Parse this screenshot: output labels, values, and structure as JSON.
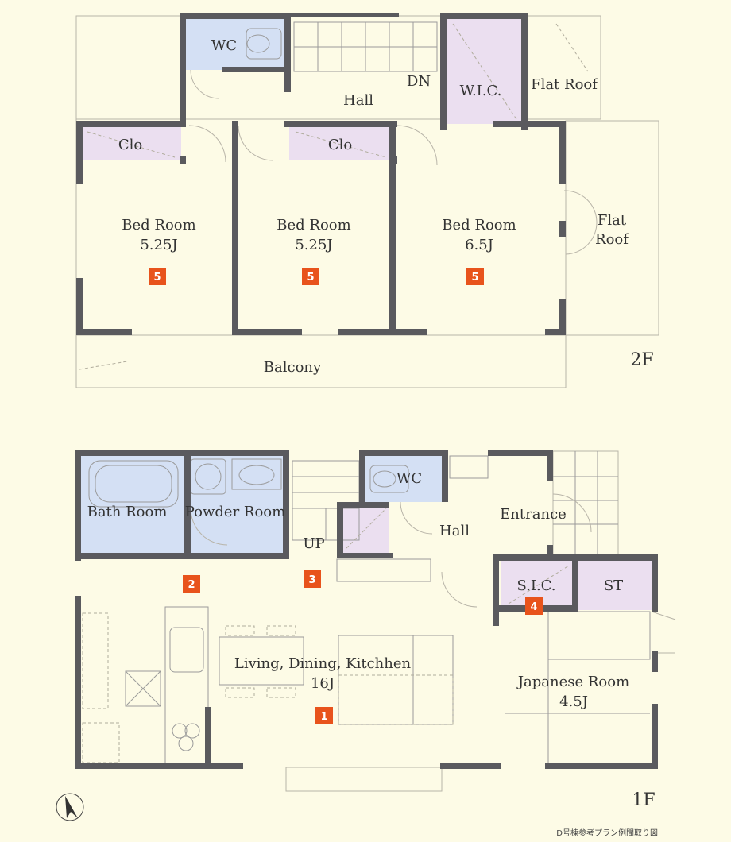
{
  "floors": [
    {
      "id": "2f",
      "label": "2F",
      "rooms": [
        {
          "id": "wc",
          "name": "WC"
        },
        {
          "id": "hall",
          "name": "Hall"
        },
        {
          "id": "dn",
          "name": "DN"
        },
        {
          "id": "wic",
          "name": "W.I.C."
        },
        {
          "id": "flat-roof-top",
          "name": "Flat Roof"
        },
        {
          "id": "clo-1",
          "name": "Clo"
        },
        {
          "id": "clo-2",
          "name": "Clo"
        },
        {
          "id": "bed-1",
          "name": "Bed Room",
          "size": "5.25J",
          "badge": "5"
        },
        {
          "id": "bed-2",
          "name": "Bed Room",
          "size": "5.25J",
          "badge": "5"
        },
        {
          "id": "bed-3",
          "name": "Bed Room",
          "size": "6.5J",
          "badge": "5"
        },
        {
          "id": "flat-roof-side",
          "name": "Flat",
          "name2": "Roof"
        },
        {
          "id": "balcony",
          "name": "Balcony"
        }
      ]
    },
    {
      "id": "1f",
      "label": "1F",
      "rooms": [
        {
          "id": "bath",
          "name": "Bath Room"
        },
        {
          "id": "powder",
          "name": "Powder Room"
        },
        {
          "id": "wc",
          "name": "WC"
        },
        {
          "id": "up",
          "name": "UP"
        },
        {
          "id": "hall",
          "name": "Hall"
        },
        {
          "id": "entrance",
          "name": "Entrance"
        },
        {
          "id": "sic",
          "name": "S.I.C.",
          "badge": "4"
        },
        {
          "id": "st",
          "name": "ST"
        },
        {
          "id": "ldk",
          "name": "Living, Dining, Kitchhen",
          "size": "16J",
          "badge": "1"
        },
        {
          "id": "japanese",
          "name": "Japanese Room",
          "size": "4.5J"
        }
      ],
      "badges": [
        {
          "id": "badge-2",
          "value": "2"
        },
        {
          "id": "badge-3",
          "value": "3"
        }
      ]
    }
  ],
  "caption": "D号棟参考プラン例間取り図",
  "colors": {
    "background": "#fdfbe6",
    "wall": "#5a5a5e",
    "wet_area": "#d4e0f4",
    "storage": "#ebdff0",
    "badge": "#e8531c"
  },
  "icons": {
    "north": "north-arrow-icon"
  }
}
